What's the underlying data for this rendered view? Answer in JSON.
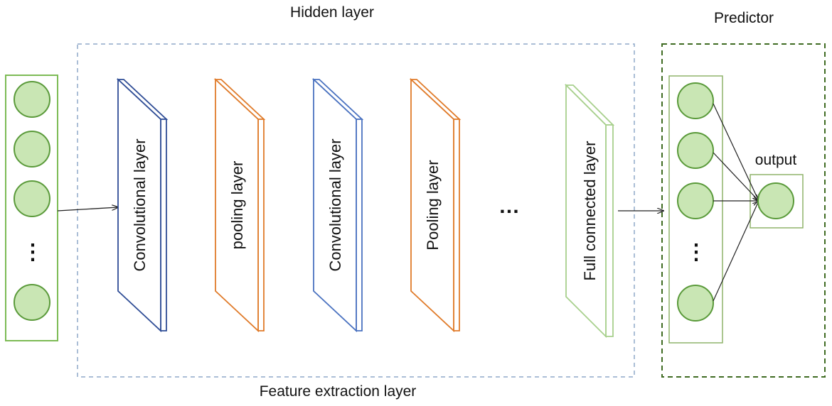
{
  "title_top": "Hidden layer",
  "title_bottom": "Feature extraction layer",
  "predictor_label": "Predictor",
  "output_label": "output",
  "ellipsis": "⋮",
  "ellipsis_horizontal": "…",
  "layers": [
    {
      "label": "Convolutional layer",
      "color": "#2f4d96"
    },
    {
      "label": "pooling layer",
      "color": "#e07b2a"
    },
    {
      "label": "Convolutional layer",
      "color": "#4a72c0"
    },
    {
      "label": "Pooling layer",
      "color": "#e07b2a"
    },
    {
      "label": "Full connected layer",
      "color": "#a8d08d"
    }
  ],
  "colors": {
    "node_fill": "#c9e6b4",
    "node_stroke": "#5a9a3a",
    "input_box": "#7dbb55",
    "hidden_box": "#8fa8c8",
    "predictor_box": "#3f6b22",
    "predictor_inner": "#8fb36a"
  }
}
